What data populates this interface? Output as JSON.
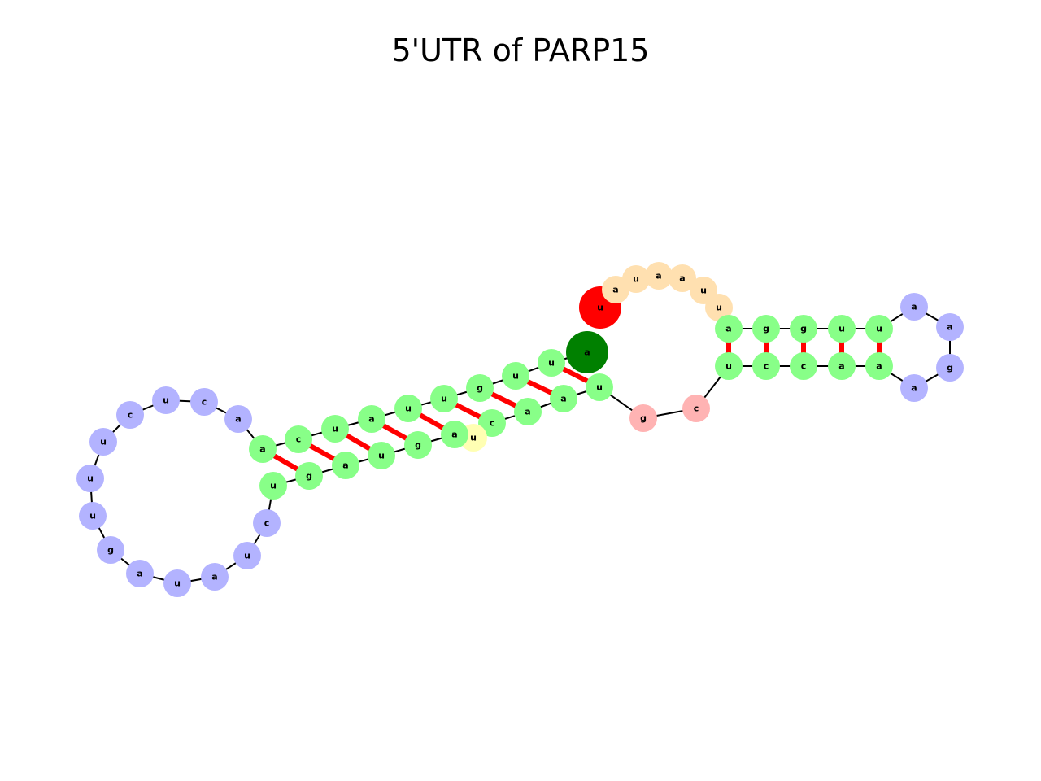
{
  "title": "5'UTR of PARP15",
  "colors": {
    "stem": "#88ff88",
    "hairpin_loop": "#b3b3ff",
    "interior_loop": "#ffb3b3",
    "bulge": "#ffffb3",
    "unpaired_5prime": "#ffe0b0",
    "start_nt": "#ff0000",
    "end_nt": "#008000",
    "pair_bond": "#ff0000",
    "backbone": "#000000"
  },
  "nucleotides": [
    {
      "base": "u",
      "type": "start_nt"
    },
    {
      "base": "a",
      "type": "unpaired_5prime"
    },
    {
      "base": "u",
      "type": "unpaired_5prime"
    },
    {
      "base": "a",
      "type": "unpaired_5prime"
    },
    {
      "base": "a",
      "type": "unpaired_5prime"
    },
    {
      "base": "u",
      "type": "unpaired_5prime"
    },
    {
      "base": "u",
      "type": "unpaired_5prime"
    },
    {
      "base": "a",
      "type": "stem"
    },
    {
      "base": "g",
      "type": "stem"
    },
    {
      "base": "g",
      "type": "stem"
    },
    {
      "base": "u",
      "type": "stem"
    },
    {
      "base": "u",
      "type": "stem"
    },
    {
      "base": "a",
      "type": "hairpin_loop"
    },
    {
      "base": "a",
      "type": "hairpin_loop"
    },
    {
      "base": "g",
      "type": "hairpin_loop"
    },
    {
      "base": "a",
      "type": "hairpin_loop"
    },
    {
      "base": "a",
      "type": "stem"
    },
    {
      "base": "a",
      "type": "stem"
    },
    {
      "base": "c",
      "type": "stem"
    },
    {
      "base": "c",
      "type": "stem"
    },
    {
      "base": "u",
      "type": "stem"
    },
    {
      "base": "c",
      "type": "interior_loop"
    },
    {
      "base": "g",
      "type": "interior_loop"
    },
    {
      "base": "u",
      "type": "stem"
    },
    {
      "base": "a",
      "type": "stem"
    },
    {
      "base": "a",
      "type": "stem"
    },
    {
      "base": "c",
      "type": "stem"
    },
    {
      "base": "u",
      "type": "bulge"
    },
    {
      "base": "a",
      "type": "stem"
    },
    {
      "base": "g",
      "type": "stem"
    },
    {
      "base": "u",
      "type": "stem"
    },
    {
      "base": "a",
      "type": "stem"
    },
    {
      "base": "g",
      "type": "stem"
    },
    {
      "base": "u",
      "type": "stem"
    },
    {
      "base": "c",
      "type": "hairpin_loop"
    },
    {
      "base": "u",
      "type": "hairpin_loop"
    },
    {
      "base": "a",
      "type": "hairpin_loop"
    },
    {
      "base": "u",
      "type": "hairpin_loop"
    },
    {
      "base": "a",
      "type": "hairpin_loop"
    },
    {
      "base": "g",
      "type": "hairpin_loop"
    },
    {
      "base": "u",
      "type": "hairpin_loop"
    },
    {
      "base": "u",
      "type": "hairpin_loop"
    },
    {
      "base": "u",
      "type": "hairpin_loop"
    },
    {
      "base": "c",
      "type": "hairpin_loop"
    },
    {
      "base": "u",
      "type": "hairpin_loop"
    },
    {
      "base": "c",
      "type": "hairpin_loop"
    },
    {
      "base": "a",
      "type": "hairpin_loop"
    },
    {
      "base": "a",
      "type": "stem"
    },
    {
      "base": "c",
      "type": "stem"
    },
    {
      "base": "u",
      "type": "stem"
    },
    {
      "base": "a",
      "type": "stem"
    },
    {
      "base": "u",
      "type": "stem"
    },
    {
      "base": "u",
      "type": "stem"
    },
    {
      "base": "g",
      "type": "stem"
    },
    {
      "base": "u",
      "type": "stem"
    },
    {
      "base": "u",
      "type": "stem"
    },
    {
      "base": "a",
      "type": "end_nt"
    }
  ],
  "base_pairs": [
    [
      7,
      20
    ],
    [
      8,
      19
    ],
    [
      9,
      18
    ],
    [
      10,
      17
    ],
    [
      11,
      16
    ],
    [
      23,
      55
    ],
    [
      24,
      54
    ],
    [
      25,
      53
    ],
    [
      26,
      52
    ],
    [
      28,
      51
    ],
    [
      29,
      50
    ],
    [
      30,
      49
    ],
    [
      31,
      48
    ],
    [
      32,
      47
    ],
    [
      33,
      33
    ]
  ]
}
